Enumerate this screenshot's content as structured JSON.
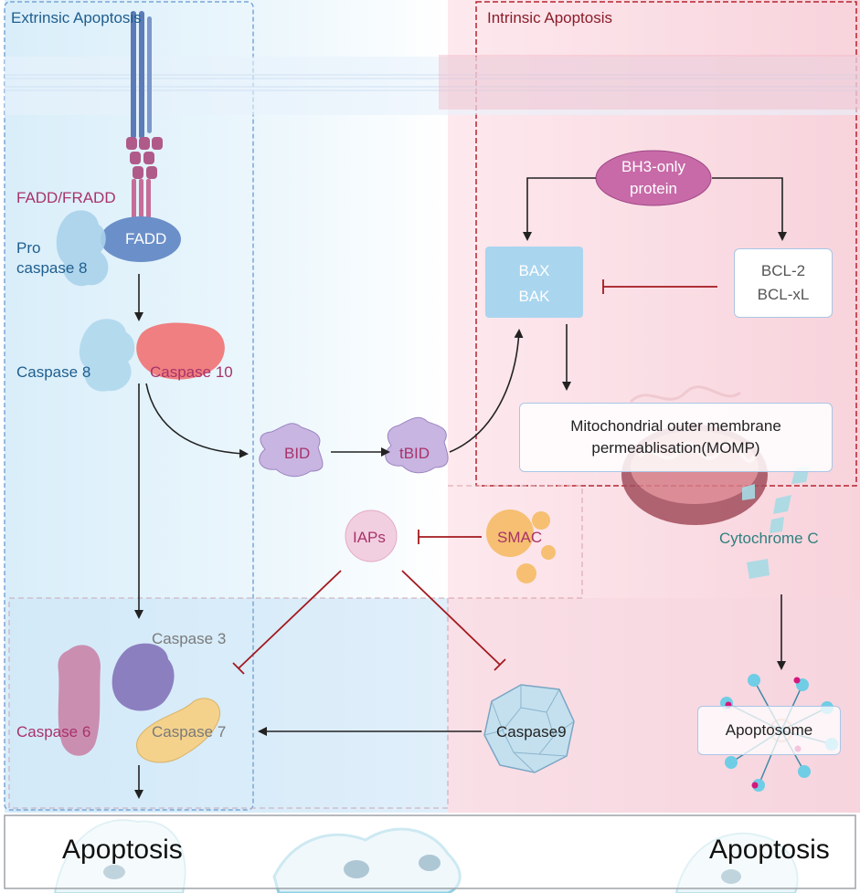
{
  "colors": {
    "extrinsic_bg": "#e3f3fb",
    "intrinsic_bg": "#fbe3e8",
    "extrinsic_border": "#7aa6d6",
    "intrinsic_border": "#b5252f",
    "membrane": "#bcd8f3",
    "inhibit": "#a3191f",
    "blue_text": "#1f5e8e",
    "magenta_text": "#a8336a",
    "teal_text": "#2f8080",
    "grey_text": "#7a7a7a"
  },
  "panels": {
    "extrinsic_title": "Extrinsic Apoptosis",
    "intrinsic_title": "Intrinsic Apoptosis"
  },
  "extrinsic": {
    "fadd_fradd": "FADD/FRADD",
    "fadd": "FADD",
    "pro_caspase8_line1": "Pro",
    "pro_caspase8_line2": "caspase 8",
    "caspase8": "Caspase 8",
    "caspase10": "Caspase 10"
  },
  "intrinsic": {
    "bh3_line1": "BH3-only",
    "bh3_line2": "protein",
    "bax": "BAX",
    "bak": "BAK",
    "bcl2": "BCL-2",
    "bclxl": "BCL-xL",
    "momp_line1": "Mitochondrial outer membrane",
    "momp_line2": "permeablisation(MOMP)",
    "cytochrome": "Cytochrome C",
    "apoptosome": "Apoptosome"
  },
  "middle": {
    "bid": "BID",
    "tbid": "tBID",
    "iaps": "IAPs",
    "smac": "SMAC",
    "caspase9": "Caspase9"
  },
  "executioner": {
    "caspase3": "Caspase 3",
    "caspase6": "Caspase 6",
    "caspase7": "Caspase 7"
  },
  "bottom": {
    "apoptosis_left": "Apoptosis",
    "apoptosis_right": "Apoptosis"
  }
}
